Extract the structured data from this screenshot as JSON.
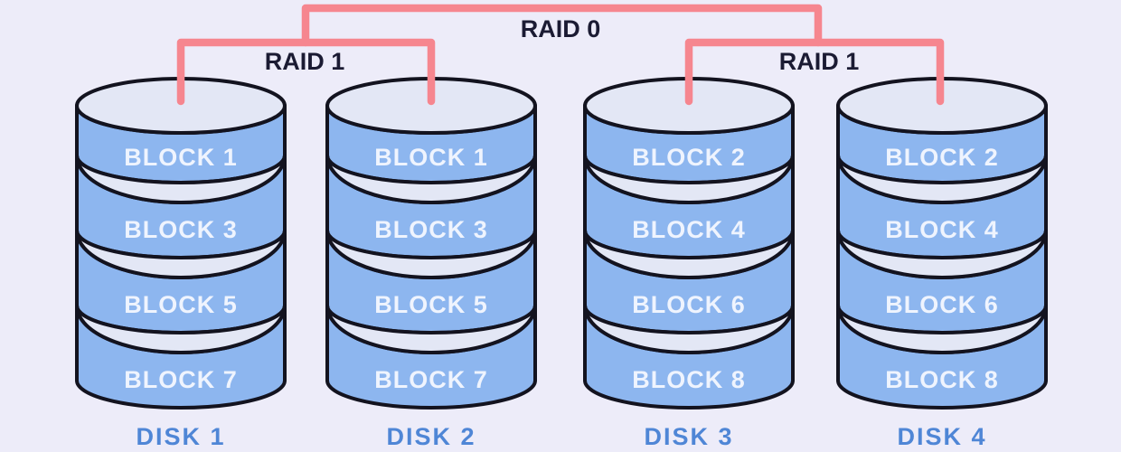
{
  "diagram": {
    "raid0": {
      "label": "RAID 0"
    },
    "raid1_groups": [
      {
        "label": "RAID 1"
      },
      {
        "label": "RAID 1"
      }
    ],
    "disks": [
      {
        "label": "DISK 1",
        "blocks": [
          "BLOCK 1",
          "BLOCK 3",
          "BLOCK 5",
          "BLOCK 7"
        ]
      },
      {
        "label": "DISK 2",
        "blocks": [
          "BLOCK 1",
          "BLOCK 3",
          "BLOCK 5",
          "BLOCK 7"
        ]
      },
      {
        "label": "DISK 3",
        "blocks": [
          "BLOCK 2",
          "BLOCK 4",
          "BLOCK 6",
          "BLOCK 8"
        ]
      },
      {
        "label": "DISK 4",
        "blocks": [
          "BLOCK 2",
          "BLOCK 4",
          "BLOCK 6",
          "BLOCK 8"
        ]
      }
    ],
    "colors": {
      "background": "#edecf9",
      "cylinder_body": "#8db6ef",
      "cylinder_top": "#e3e7f5",
      "outline": "#13131f",
      "raid_line": "#f6868f",
      "block_text": "#eff4fe",
      "disk_label": "#4f86d6",
      "raid_label": "#1b1b33"
    }
  }
}
